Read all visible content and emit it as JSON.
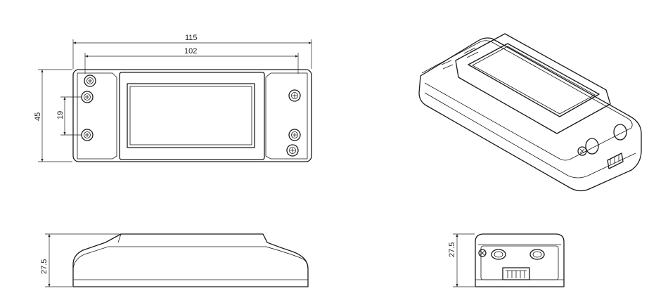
{
  "dimensions": {
    "top_width_overall": "115",
    "top_width_holes": "102",
    "top_height": "45",
    "hole_spacing": "19",
    "side_height": "27.5",
    "end_height": "27.5"
  }
}
